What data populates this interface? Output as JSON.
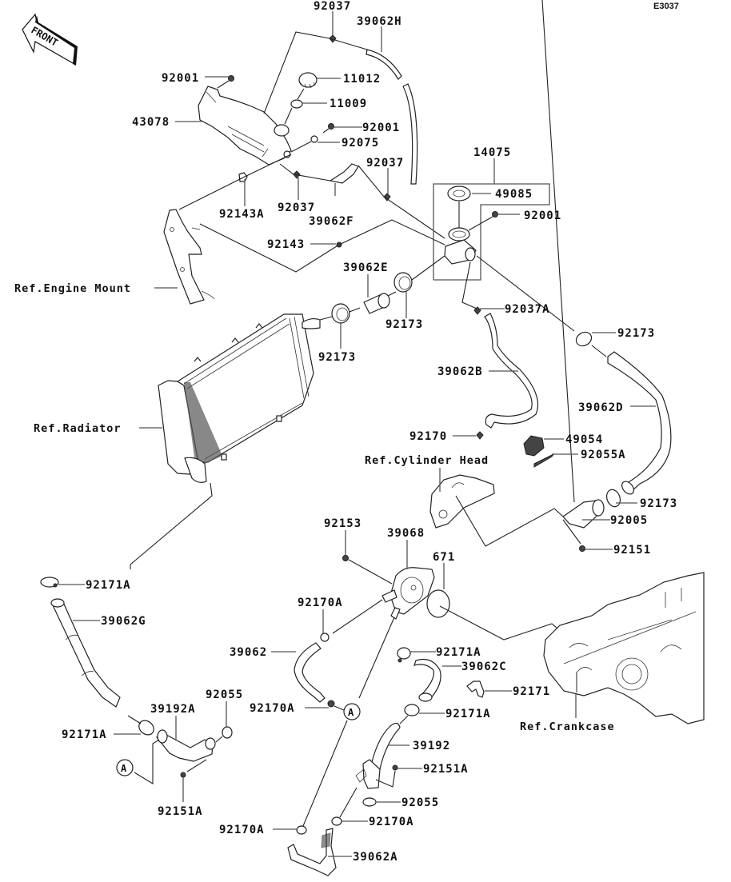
{
  "diagram": {
    "code": "E3037",
    "front_label": "FRONT",
    "references": {
      "engine_mount": "Ref.Engine Mount",
      "radiator": "Ref.Radiator",
      "cylinder_head": "Ref.Cylinder Head",
      "crankcase": "Ref.Crankcase"
    },
    "parts": {
      "p92037_top": "92037",
      "p39062H": "39062H",
      "p92001_a": "92001",
      "p11012": "11012",
      "p11009": "11009",
      "p43078": "43078",
      "p92001_b": "92001",
      "p92075": "92075",
      "p14075": "14075",
      "p92037_b": "92037",
      "p49085": "49085",
      "p92143A": "92143A",
      "p92037_c": "92037",
      "p39062F": "39062F",
      "p92001_c": "92001",
      "p92143": "92143",
      "p39062E": "39062E",
      "p92173_a": "92173",
      "p92173_b": "92173",
      "p92037A": "92037A",
      "p92173_c": "92173",
      "p39062B": "39062B",
      "p39062D": "39062D",
      "p92170": "92170",
      "p49054": "49054",
      "p92055A": "92055A",
      "p92173_d": "92173",
      "p92005": "92005",
      "p92151": "92151",
      "p92153": "92153",
      "p39068": "39068",
      "p671": "671",
      "p92171A_a": "92171A",
      "p39062G": "39062G",
      "p92170A_a": "92170A",
      "p39062": "39062",
      "p92171A_b": "92171A",
      "p39062C": "39062C",
      "p92171": "92171",
      "p92055_a": "92055",
      "p39192A": "39192A",
      "p92170A_b": "92170A",
      "p92171A_c": "92171A",
      "p92171A_d": "92171A",
      "p39192": "39192",
      "p92151A_a": "92151A",
      "p92151A_b": "92151A",
      "p92055_b": "92055",
      "p92170A_c": "92170A",
      "p92170A_d": "92170A",
      "p39062A": "39062A"
    },
    "connector_markers": {
      "a1": "A",
      "a2": "A"
    }
  }
}
